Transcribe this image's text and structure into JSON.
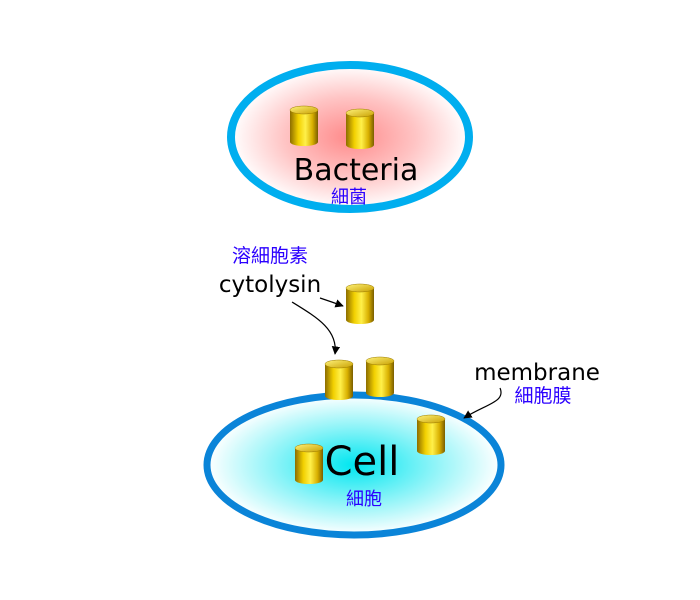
{
  "labels": {
    "bacteria_en": "Bacteria",
    "bacteria_zh": "細菌",
    "cytolysin_zh": "溶細胞素",
    "cytolysin_en": "cytolysin",
    "membrane_en": "membrane",
    "membrane_zh": "細胞膜",
    "cell_en": "Cell",
    "cell_zh": "細胞"
  },
  "colors": {
    "bacteria_outline": "#00aeef",
    "bacteria_fill_center": "#ff8a8a",
    "cell_outline": "#0a84d8",
    "cell_fill_center": "#00e6f0",
    "chinese_text": "#2b00ff",
    "cylinder_gold": "#e8c000"
  }
}
